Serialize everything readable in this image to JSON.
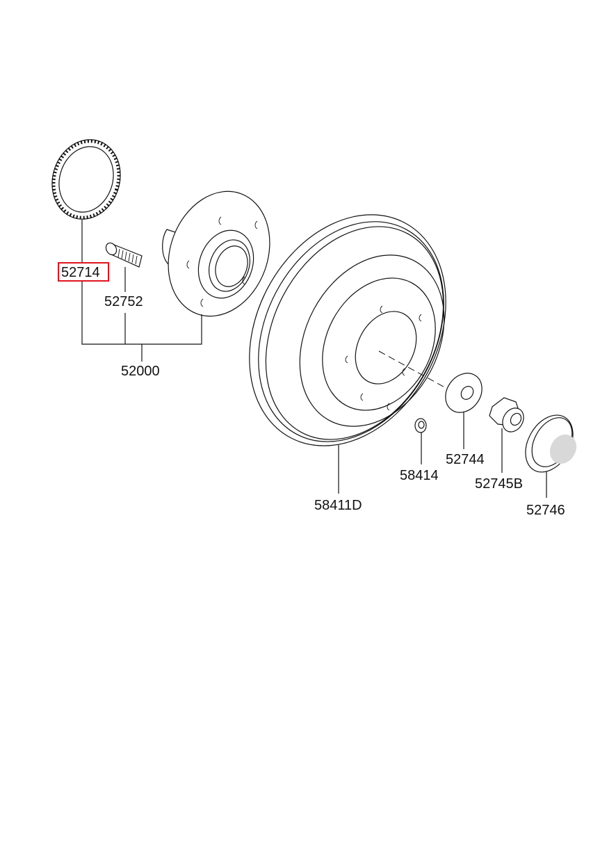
{
  "parts": {
    "abs_ring": "52714",
    "hub_bolt": "52752",
    "hub_assembly": "52000",
    "brake_disc": "58411D",
    "disc_screw": "58414",
    "washer": "52744",
    "lock_nut": "52745B",
    "hub_cap": "52746"
  },
  "highlight_color": "#e0141e"
}
